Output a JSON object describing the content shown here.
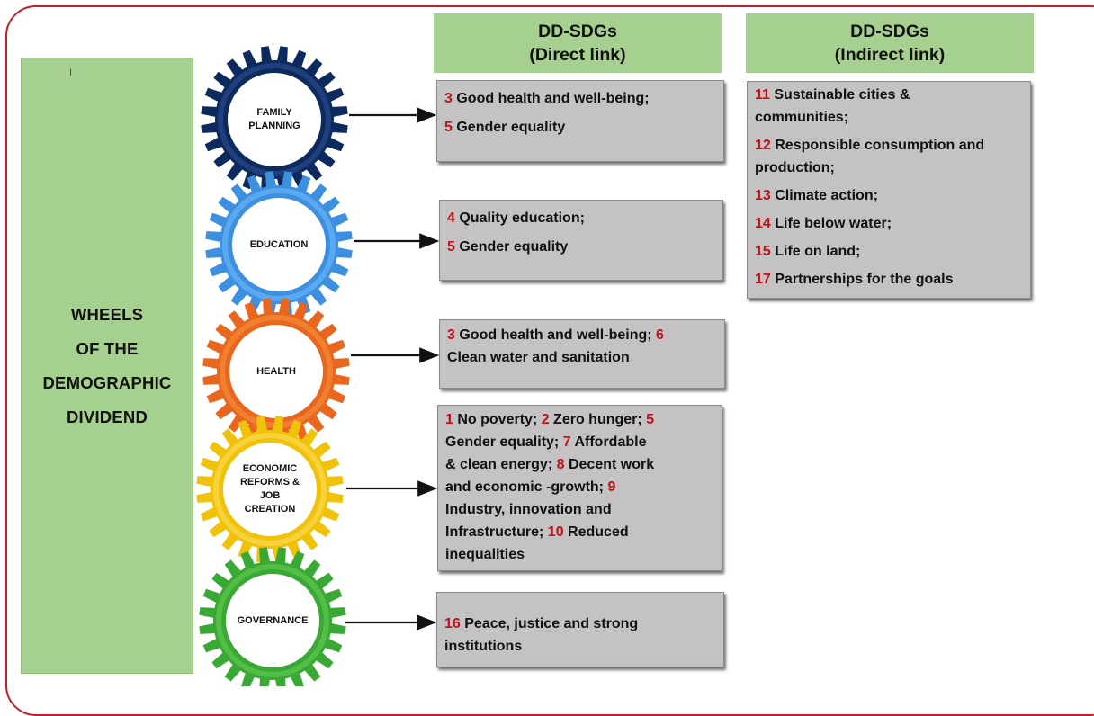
{
  "left_panel": {
    "tick": "I",
    "title_lines": [
      "WHEELS",
      "OF THE",
      "DEMOGRAPHIC",
      "DIVIDEND"
    ]
  },
  "headers": {
    "direct": {
      "line1": "DD-SDGs",
      "line2": "(Direct link)"
    },
    "indirect": {
      "line1": "DD-SDGs",
      "line2": "(Indirect link)"
    }
  },
  "wheels": [
    {
      "label_lines": [
        "FAMILY",
        "PLANNING"
      ],
      "color": "#0d2a5e",
      "inner": "#1f3f7d"
    },
    {
      "label_lines": [
        "EDUCATION"
      ],
      "color": "#3d8fe0",
      "inner": "#5aa8f0"
    },
    {
      "label_lines": [
        "HEALTH"
      ],
      "color": "#e8661e",
      "inner": "#f08030"
    },
    {
      "label_lines": [
        "ECONOMIC",
        "REFORMS &",
        "JOB",
        "CREATION"
      ],
      "color": "#f0c20a",
      "inner": "#f7d23a"
    },
    {
      "label_lines": [
        "GOVERNANCE"
      ],
      "color": "#3aa835",
      "inner": "#52be45"
    }
  ],
  "direct_links": [
    [
      {
        "parts": [
          {
            "n": "3"
          },
          {
            "t": " Good health and well-being;"
          }
        ]
      },
      {
        "parts": [
          {
            "n": "5"
          },
          {
            "t": " Gender equality"
          }
        ]
      }
    ],
    [
      {
        "parts": [
          {
            "n": "4"
          },
          {
            "t": " Quality education;"
          }
        ]
      },
      {
        "parts": [
          {
            "n": "5"
          },
          {
            "t": " Gender equality"
          }
        ]
      }
    ],
    [
      {
        "parts": [
          {
            "n": "3"
          },
          {
            "t": " Good health and well-being; "
          },
          {
            "n": "6"
          }
        ]
      },
      {
        "parts": [
          {
            "t": "Clean water and sanitation"
          }
        ]
      }
    ],
    [
      {
        "parts": [
          {
            "n": "1"
          },
          {
            "t": " No poverty; "
          },
          {
            "n": "2"
          },
          {
            "t": " Zero hunger; "
          },
          {
            "n": "5"
          }
        ]
      },
      {
        "parts": [
          {
            "t": "Gender equality; "
          },
          {
            "n": "7"
          },
          {
            "t": " Affordable"
          }
        ]
      },
      {
        "parts": [
          {
            "t": "& clean energy; "
          },
          {
            "n": "8"
          },
          {
            "t": " Decent work"
          }
        ]
      },
      {
        "parts": [
          {
            "t": "and economic -growth; "
          },
          {
            "n": "9"
          }
        ]
      },
      {
        "parts": [
          {
            "t": "Industry, innovation and"
          }
        ]
      },
      {
        "parts": [
          {
            "t": "Infrastructure;  "
          },
          {
            "n": "10"
          },
          {
            "t": " Reduced"
          }
        ]
      },
      {
        "parts": [
          {
            "t": "inequalities"
          }
        ]
      }
    ],
    [
      {
        "parts": [
          {
            "n": "16"
          },
          {
            "t": " Peace, justice and strong"
          }
        ]
      },
      {
        "parts": [
          {
            "t": "institutions"
          }
        ]
      }
    ]
  ],
  "indirect_links": [
    [
      {
        "parts": [
          {
            "n": "11"
          },
          {
            "t": " Sustainable cities &"
          }
        ]
      },
      {
        "parts": [
          {
            "t": "communities;"
          }
        ]
      }
    ],
    [
      {
        "parts": [
          {
            "n": "12"
          },
          {
            "t": " Responsible consumption and"
          }
        ]
      },
      {
        "parts": [
          {
            "t": "production;"
          }
        ]
      }
    ],
    [
      {
        "parts": [
          {
            "n": "13"
          },
          {
            "t": " Climate action;"
          }
        ]
      }
    ],
    [
      {
        "parts": [
          {
            "n": "14"
          },
          {
            "t": " Life below water;"
          }
        ]
      }
    ],
    [
      {
        "parts": [
          {
            "n": "15"
          },
          {
            "t": " Life on land;"
          }
        ]
      }
    ],
    [
      {
        "parts": [
          {
            "n": "17"
          },
          {
            "t": " Partnerships for the goals"
          }
        ]
      }
    ]
  ]
}
